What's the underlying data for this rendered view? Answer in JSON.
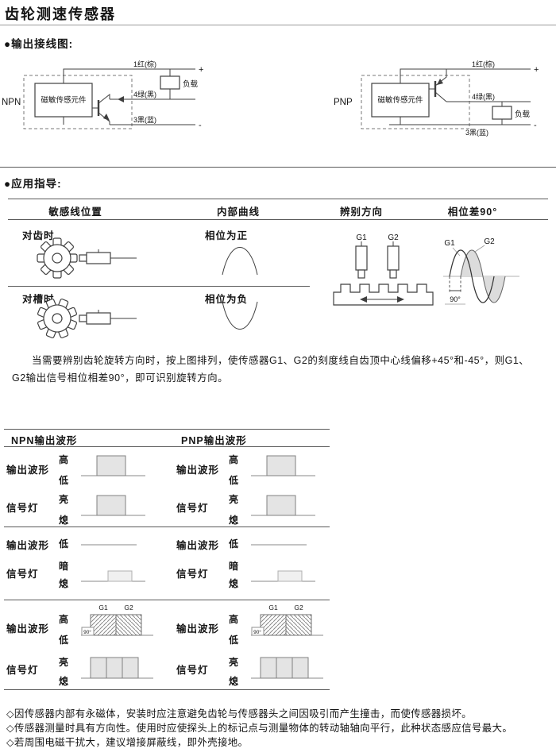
{
  "page": {
    "title": "齿轮测速传感器"
  },
  "sections": {
    "wiring_heading": "●输出接线图:",
    "guidance_heading": "●应用指导:"
  },
  "wiring": {
    "npn": {
      "label": "NPN",
      "element": "磁敏传感元件",
      "wire_red": "1红(棕)",
      "wire_green": "4绿(黑)",
      "wire_blue": "3黑(蓝)",
      "load": "负载",
      "plus": "+",
      "minus": "-"
    },
    "pnp": {
      "label": "PNP",
      "element": "磁敏传感元件",
      "wire_red": "1红(棕)",
      "wire_green": "4绿(黑)",
      "wire_blue": "3黑(蓝)",
      "load": "负载",
      "plus": "+",
      "minus": "-"
    }
  },
  "guidance": {
    "headers": [
      "敏感线位置",
      "内部曲线",
      "辨别方向",
      "相位差90°"
    ],
    "rows": [
      {
        "position": "对齿时",
        "curve": "相位为正"
      },
      {
        "position": "对槽时",
        "curve": "相位为负"
      }
    ],
    "direction": {
      "g1": "G1",
      "g2": "G2"
    },
    "phase": {
      "g1": "G1",
      "g2": "G2",
      "angle": "90°"
    },
    "note": "当需要辨别齿轮旋转方向时，按上图排列，使传感器G1、G2的刻度线自齿顶中心线偏移+45°和-45°，则G1、G2输出信号相位相差90°，即可识别旋转方向。"
  },
  "waveforms": {
    "npn_title": "NPN输出波形",
    "pnp_title": "PNP输出波形",
    "labels": {
      "output": "输出波形",
      "signal": "信号灯",
      "high": "高",
      "low": "低",
      "on": "亮",
      "off": "熄",
      "dim": "暗",
      "g1": "G1",
      "g2": "G2",
      "angle": "90°"
    }
  },
  "footer": {
    "notes": [
      "◇因传感器内部有永磁体，安装时应注意避免齿轮与传感器头之间因吸引而产生撞击，而使传感器损坏。",
      "◇传感器测量时具有方向性。使用时应使探头上的标记点与测量物体的转动轴轴向平行，此种状态感应信号最大。",
      "◇若周围电磁干扰大，建议增接屏蔽线，即外壳接地。"
    ]
  }
}
